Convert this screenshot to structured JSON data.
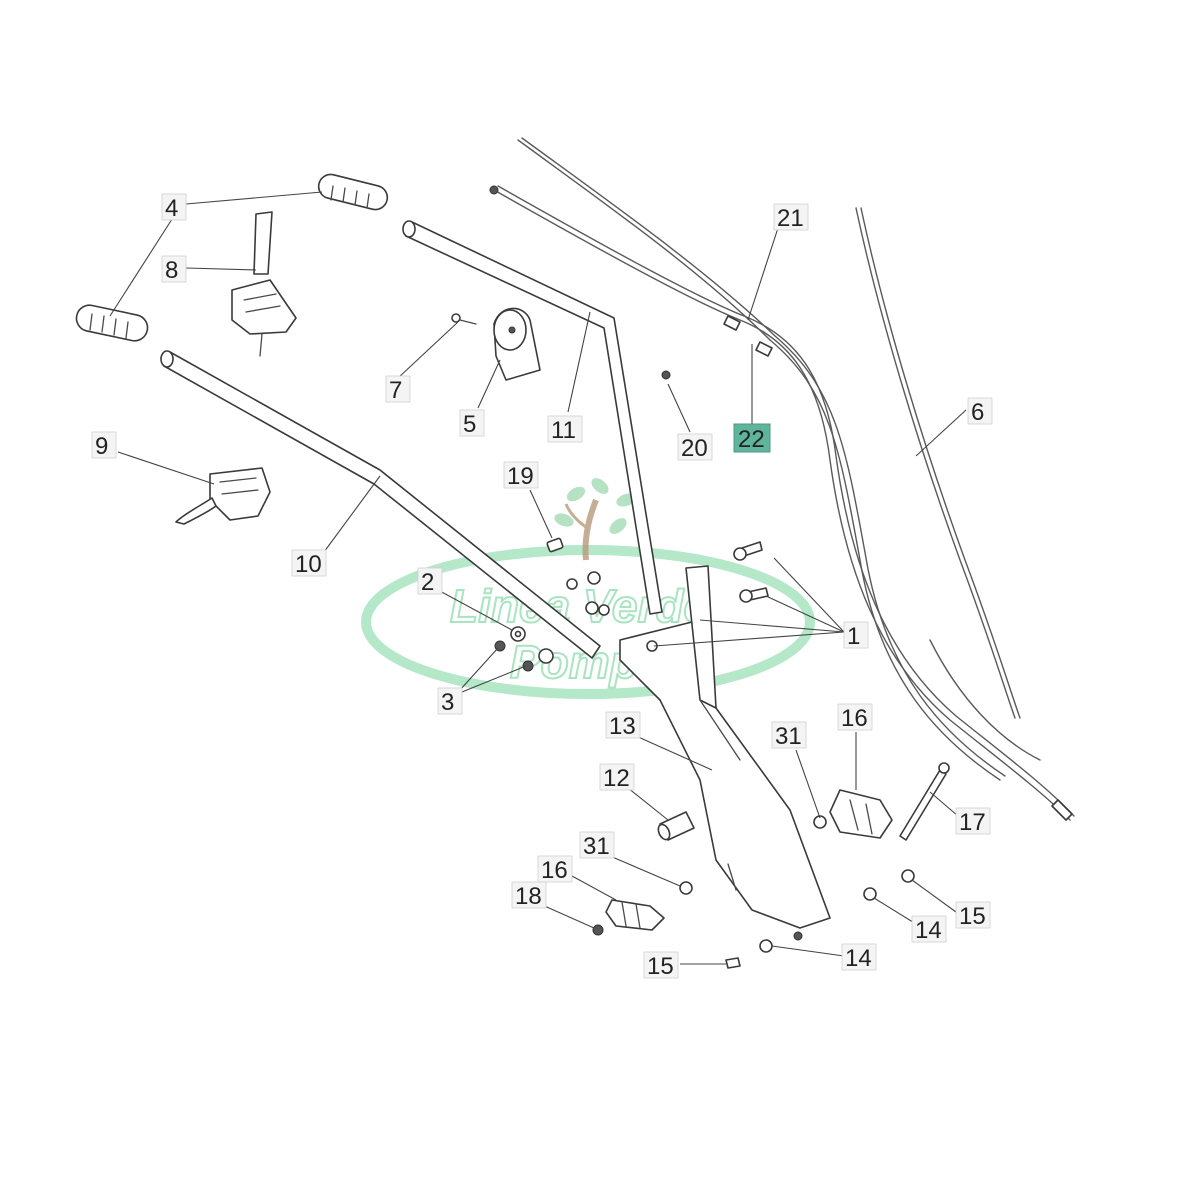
{
  "watermark": {
    "line1": "Linea Verde",
    "line2": "Pompei",
    "color": "#9be0b6"
  },
  "labels": {
    "l1": "1",
    "l2": "2",
    "l3": "3",
    "l4": "4",
    "l5": "5",
    "l6": "6",
    "l7": "7",
    "l8": "8",
    "l9": "9",
    "l10": "10",
    "l11": "11",
    "l12": "12",
    "l13": "13",
    "l14a": "14",
    "l14b": "14",
    "l15a": "15",
    "l15b": "15",
    "l16a": "16",
    "l16b": "16",
    "l17": "17",
    "l18": "18",
    "l19": "19",
    "l20": "20",
    "l21": "21",
    "l22": "22",
    "l31a": "31",
    "l31b": "31"
  },
  "highlight": {
    "label": "22",
    "color": "#5fb49c"
  }
}
